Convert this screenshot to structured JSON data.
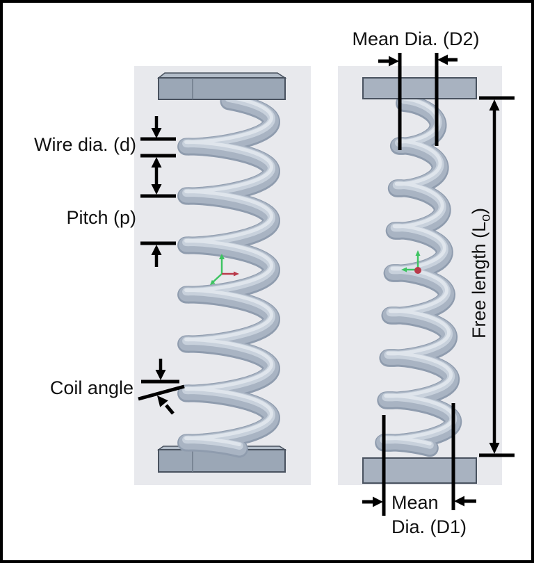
{
  "diagram": {
    "labels": {
      "wire_dia": "Wire dia. (d)",
      "pitch": "Pitch (p)",
      "coil_angle": "Coil angle",
      "mean_dia_d2": "Mean Dia. (D2)",
      "free_length_prefix": "Free length (L",
      "free_length_sub": "o",
      "free_length_suffix": ")",
      "mean_dia_d1_line1": "Mean",
      "mean_dia_d1_line2": "Dia. (D1)"
    },
    "colors": {
      "background": "#ffffff",
      "frame": "#000000",
      "panel_bg": "#e8e9ed",
      "dim": "#000000",
      "text_color": "#111111",
      "spring_base": "#8f9cae",
      "spring_body": "#a9b4c3",
      "spring_highlight": "#c8d1dc",
      "spring_highlight2": "#dfe5ec",
      "plate_fill": "#9ba7b6",
      "plate_fill_right": "#a8b2c0",
      "plate_top_face": "#b2bcc8",
      "plate_border": "#49525f",
      "plate_seam": "#6e7a8a",
      "triad_green": "#3ec462",
      "triad_red": "#b93a4a"
    }
  }
}
